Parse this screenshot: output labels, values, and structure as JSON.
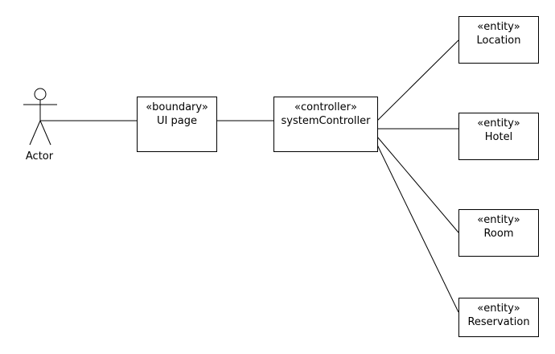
{
  "actor": {
    "label": "Actor"
  },
  "boundary": {
    "stereotype": "«boundary»",
    "name": "UI page"
  },
  "controller": {
    "stereotype": "«controller»",
    "name": "systemController"
  },
  "entities": [
    {
      "stereotype": "«entity»",
      "name": "Location"
    },
    {
      "stereotype": "«entity»",
      "name": "Hotel"
    },
    {
      "stereotype": "«entity»",
      "name": "Room"
    },
    {
      "stereotype": "«entity»",
      "name": "Reservation"
    }
  ],
  "colors": {
    "stroke": "#000000",
    "fill": "#ffffff"
  }
}
